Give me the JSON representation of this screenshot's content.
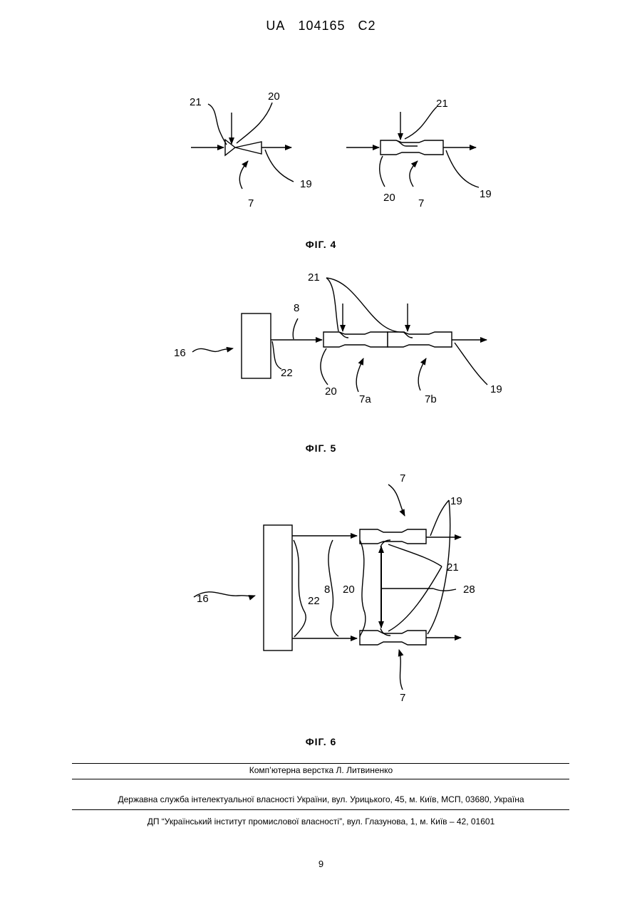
{
  "header": {
    "country": "UA",
    "number": "104165",
    "kind": "C2"
  },
  "figures": [
    {
      "caption": "ФІГ. 4",
      "labels": {
        "left_21": "21",
        "left_20": "20",
        "left_19": "19",
        "left_7": "7",
        "right_21": "21",
        "right_20": "20",
        "right_7": "7",
        "right_19": "19"
      }
    },
    {
      "caption": "ФІГ. 5",
      "labels": {
        "n21": "21",
        "n8": "8",
        "n16": "16",
        "n22": "22",
        "n20": "20",
        "n7a": "7a",
        "n7b": "7b",
        "n19": "19"
      }
    },
    {
      "caption": "ФІГ. 6",
      "labels": {
        "top7": "7",
        "n19": "19",
        "n21": "21",
        "n28": "28",
        "n16": "16",
        "n22": "22",
        "n8": "8",
        "n20": "20",
        "bot7": "7"
      }
    }
  ],
  "footer": {
    "compiler": "Комп’ютерна верстка Л. Литвиненко",
    "office": "Державна служба інтелектуальної власності України, вул. Урицького, 45, м. Київ, МСП, 03680, Україна",
    "institute": "ДП “Український інститут промислової власності”, вул. Глазунова, 1, м. Київ – 42, 01601"
  },
  "page_number": "9"
}
